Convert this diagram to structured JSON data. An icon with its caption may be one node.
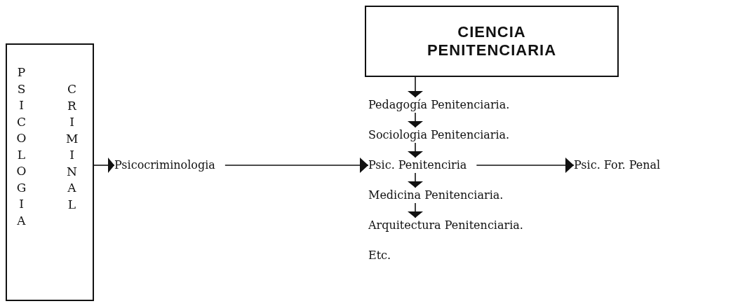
{
  "diagram": {
    "nodes": [
      {
        "text": [
          "PSICOLOGIA",
          "CRIMINAL"
        ]
      },
      {
        "text": [
          "Psicocriminologia"
        ]
      },
      {
        "text": [
          "CIENCIA PENITENCIARIA"
        ]
      },
      {
        "text": [
          "Pedagogía Penitenciaria."
        ]
      },
      {
        "text": [
          "Sociologia Penitenciaria."
        ]
      },
      {
        "text": [
          "Psic. Penitenciria"
        ]
      },
      {
        "text": [
          "Medicina Penitenciaria."
        ]
      },
      {
        "text": [
          "Arquitectura Penitenciaria."
        ]
      },
      {
        "text": [
          "Etc."
        ]
      },
      {
        "text": [
          "Psic. For. Penal"
        ]
      }
    ],
    "edges": [
      {
        "from": 0,
        "to": 1,
        "arrow": "to"
      },
      {
        "from": 1,
        "to": 5,
        "arrow": "to"
      },
      {
        "from": 2,
        "to": 3,
        "arrow": "to"
      },
      {
        "from": 3,
        "to": 4,
        "arrow": "to"
      },
      {
        "from": 4,
        "to": 5,
        "arrow": "to"
      },
      {
        "from": 5,
        "to": 6,
        "arrow": "to"
      },
      {
        "from": 6,
        "to": 7,
        "arrow": "to"
      },
      {
        "from": 5,
        "to": 9,
        "arrow": "to"
      }
    ]
  }
}
